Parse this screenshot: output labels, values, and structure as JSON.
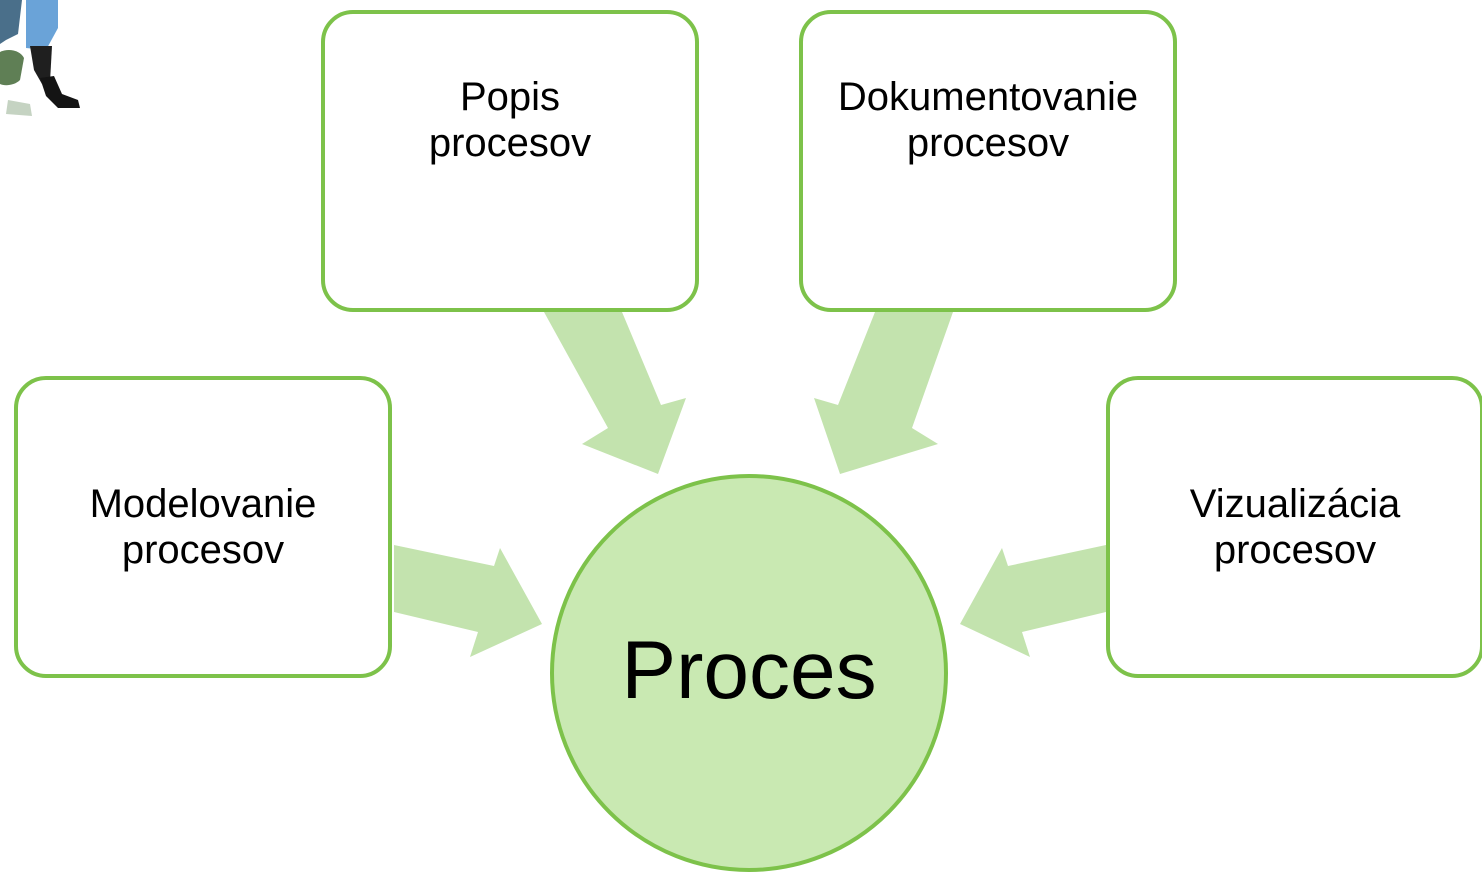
{
  "diagram": {
    "center": {
      "label": "Proces"
    },
    "nodes": [
      {
        "id": "top-left",
        "label": "Popis\nprocesov"
      },
      {
        "id": "top-right",
        "label": "Dokumentovanie\nprocesov"
      },
      {
        "id": "left",
        "label": "Modelovanie\nprocesov"
      },
      {
        "id": "right",
        "label": "Vizualizácia\nprocesov"
      }
    ],
    "colors": {
      "border": "#7dc24a",
      "center_fill": "#c9e9b2",
      "arrow_fill": "#c3e3ae"
    },
    "illustration": "person-carrying-icon"
  }
}
